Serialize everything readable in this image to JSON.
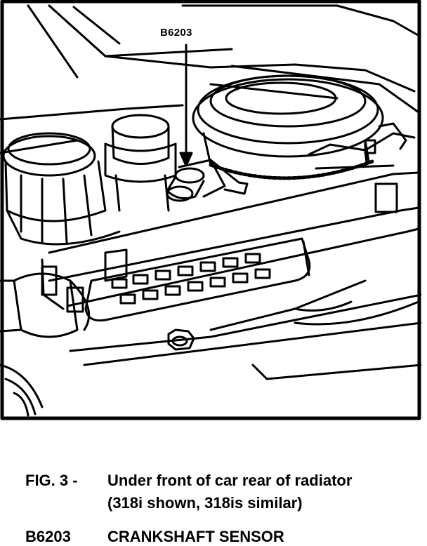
{
  "figure": {
    "callout": "B6203"
  },
  "caption": {
    "figure_number": "FIG. 3 -",
    "description": "Under front of car rear of radiator",
    "subtitle": "(318i shown, 318is similar)",
    "key_code": "B6203",
    "key_description": "CRANKSHAFT SENSOR"
  },
  "colors": {
    "line": "#000000",
    "background": "#ffffff"
  }
}
